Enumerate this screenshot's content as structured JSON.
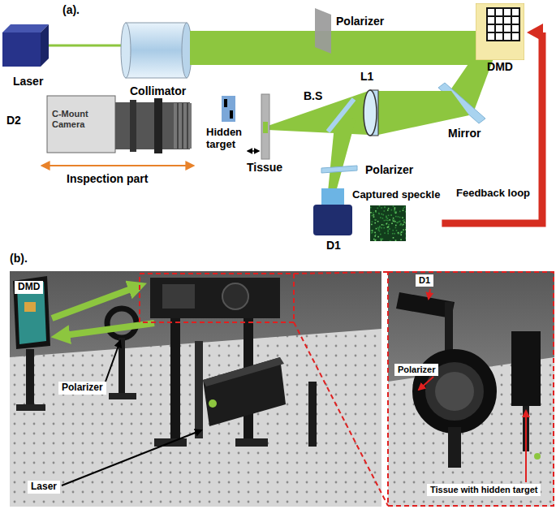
{
  "diagram": {
    "nodes": [
      {
        "text": [
          "Captured speckle"
        ]
      },
      {
        "text": [
          "DMD"
        ]
      }
    ],
    "edges": [
      {
        "from": 0,
        "to": 1,
        "arrow": "to",
        "label": "Feedback loop"
      }
    ],
    "labels": [
      "(a).",
      "Laser",
      "Collimator",
      "Polarizer",
      "D2",
      "C-Mount Camera",
      "B.S",
      "L1",
      "Mirror",
      "Hidden target",
      "Tissue",
      "Polarizer",
      "Inspection part",
      "D1",
      "(b).",
      "DMD",
      "Polarizer",
      "Laser",
      "D1",
      "Polarizer",
      "Tissue with hidden target"
    ]
  }
}
